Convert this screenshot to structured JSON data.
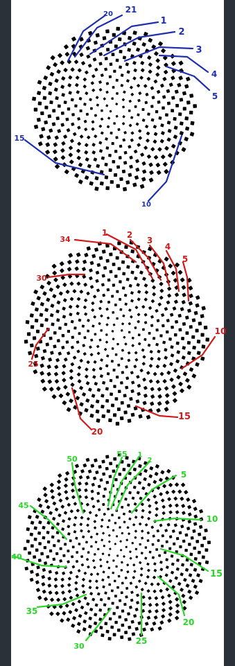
{
  "colors": {
    "background": "#2b3138",
    "panel": "#ffffff",
    "seed": "#000000",
    "diagram1_annotation": "#1f2fb0",
    "diagram2_annotation": "#d11a1a",
    "diagram3_annotation": "#2bd62b"
  },
  "diagrams": [
    {
      "name": "spiral-diagram-blue",
      "color": "#1f2fb0",
      "labels": [
        "20",
        "21",
        "1",
        "2",
        "3",
        "4",
        "5",
        "15",
        "10"
      ]
    },
    {
      "name": "spiral-diagram-red",
      "color": "#d11a1a",
      "labels": [
        "34",
        "1",
        "2",
        "3",
        "4",
        "5",
        "30",
        "10",
        "25",
        "15",
        "20"
      ]
    },
    {
      "name": "spiral-diagram-green",
      "color": "#2bd62b",
      "labels": [
        "55",
        "1",
        "2",
        "50",
        "5",
        "45",
        "10",
        "40",
        "15",
        "35",
        "20",
        "30",
        "25"
      ]
    }
  ]
}
